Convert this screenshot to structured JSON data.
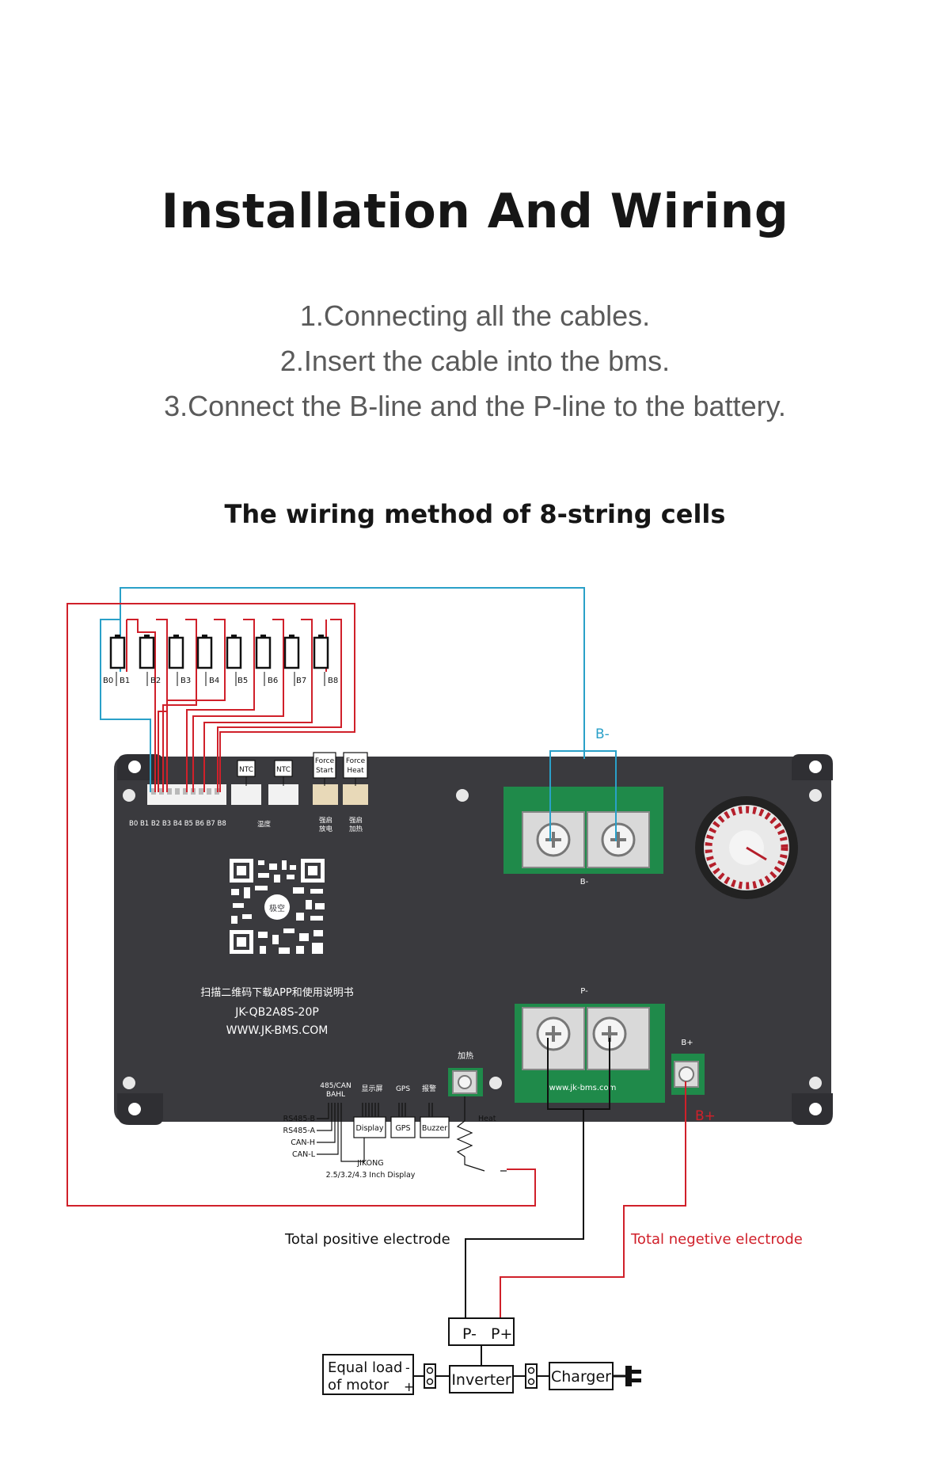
{
  "header": {
    "title": "Installation And Wiring",
    "steps": [
      "1.Connecting all the cables.",
      "2.Insert the cable into the bms.",
      "3.Connect the B-line and the P-line to the battery."
    ],
    "subtitle": "The wiring method of 8-string cells"
  },
  "cells": {
    "labels": [
      "B0",
      "B1",
      "B2",
      "B3",
      "B4",
      "B5",
      "B6",
      "B7",
      "B8"
    ]
  },
  "board": {
    "connectors": {
      "ntc1": "NTC",
      "ntc2": "NTC",
      "force_start": [
        "Force",
        "Start"
      ],
      "force_heat": [
        "Force",
        "Heat"
      ]
    },
    "silkscreen": {
      "balance_header": "B0 B1 B2 B3 B4 B5 B6 B7 B8",
      "temp": "温度",
      "force_discharge": [
        "强启",
        "放电"
      ],
      "force_heating": [
        "强启",
        "加热"
      ],
      "qr_caption": "扫描二维码下载APP和使用说明书",
      "model": "JK-QB2A8S-20P",
      "website": "WWW.JK-BMS.COM",
      "b_minus": "B-",
      "p_minus": "P-",
      "b_plus": "B+",
      "heat_cn": "加热",
      "pcb_url": "www.jk-bms.com",
      "port_485": [
        "485/CAN",
        "BAHL"
      ],
      "port_display": "显示屏",
      "port_gps": "GPS",
      "port_alarm": "报警",
      "qr_logo": "极空"
    }
  },
  "wiring": {
    "b_minus_label": "B-",
    "b_plus_label": "B+",
    "bus_lines": [
      "RS485-B",
      "RS485-A",
      "CAN-H",
      "CAN-L"
    ],
    "display_box": "Display",
    "gps_box": "GPS",
    "buzzer_box": "Buzzer",
    "heat_label": "Heat",
    "display_caption": [
      "JIKONG",
      "2.5/3.2/4.3 Inch Display"
    ],
    "total_positive": "Total positive electrode",
    "total_negative": "Total negetive electrode"
  },
  "system": {
    "p_minus": "P-",
    "p_plus": "P+",
    "load": [
      "Equal load",
      "of motor"
    ],
    "load_minus": "-",
    "load_plus": "+",
    "inverter": "Inverter",
    "charger": "Charger"
  },
  "colors": {
    "red_wire": "#d0202a",
    "blue_wire": "#2aa0c8",
    "board": "#3a3a3e",
    "pcb_green": "#1f8a4a",
    "negative_label": "#d0202a"
  }
}
